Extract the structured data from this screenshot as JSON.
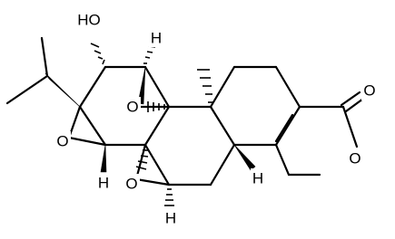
{
  "structure": {
    "atom_labels": {
      "hydroxyl": "HO",
      "hydrogen_top": "H",
      "epoxide_oxygen_top": "O",
      "epoxide_oxygen_left": "O",
      "hydrogen_left": "H",
      "epoxide_oxygen_bottom": "O",
      "hydrogen_bottom": "H",
      "hydrogen_right": "H",
      "carbonyl_oxygen": "O",
      "lactone_oxygen": "O"
    }
  }
}
